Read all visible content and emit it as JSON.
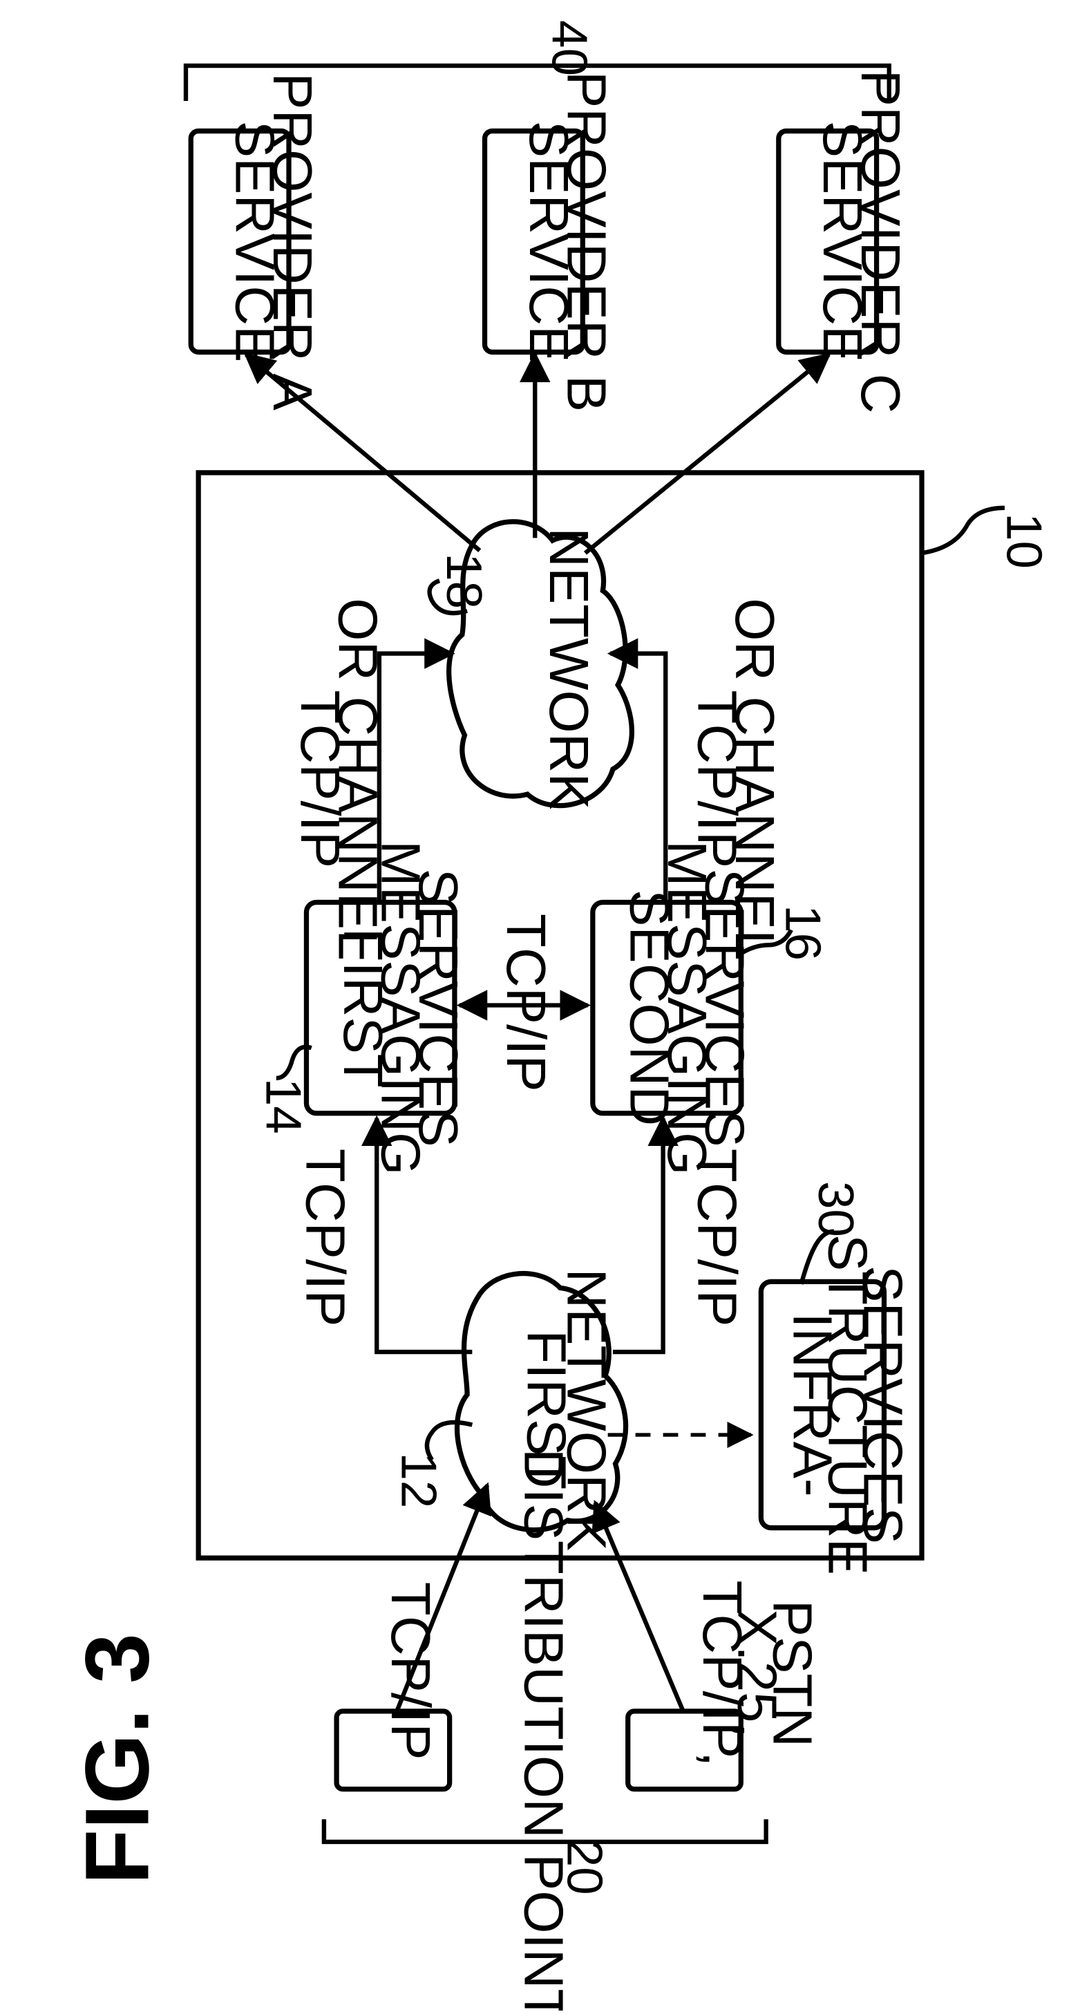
{
  "figure": {
    "title": "FIG. 3",
    "system_ref": "10",
    "distribution_points": {
      "ref": "20",
      "label": "DISTRIBUTION POINTS"
    },
    "first_network": {
      "ref": "12",
      "label_line1": "FIRST",
      "label_line2": "NETWORK"
    },
    "network": {
      "ref": "18",
      "label": "NETWORK"
    },
    "first_messaging": {
      "ref": "14",
      "line1": "FIRST",
      "line2": "MESSAGING",
      "line3": "SERVICES"
    },
    "second_messaging": {
      "ref": "16",
      "line1": "SECOND",
      "line2": "MESSAGING",
      "line3": "SERVICES"
    },
    "infrastructure": {
      "ref": "30",
      "line1": "INFRA-",
      "line2": "STRUCTURE",
      "line3": "SERVICES"
    },
    "providers": {
      "ref": "40",
      "a": {
        "line1": "SERVICE",
        "line2": "PROVIDER A"
      },
      "b": {
        "line1": "SERVICE",
        "line2": "PROVIDER B"
      },
      "c": {
        "line1": "SERVICE",
        "line2": "PROVIDER C"
      }
    },
    "links": {
      "dp_upper": "TCP/IP",
      "dp_lower_line1": "TCP/IP,",
      "dp_lower_line2": "X.25,",
      "dp_lower_line3": "PSTN",
      "fn_to_first": "TCP/IP",
      "fn_to_second": "TCP/IP",
      "between_messaging": "TCP/IP",
      "first_to_network_line1": "TCP/IP",
      "first_to_network_line2": "OR CHANNEL",
      "second_to_network_line1": "TCP/IP",
      "second_to_network_line2": "OR CHANNEL"
    }
  }
}
